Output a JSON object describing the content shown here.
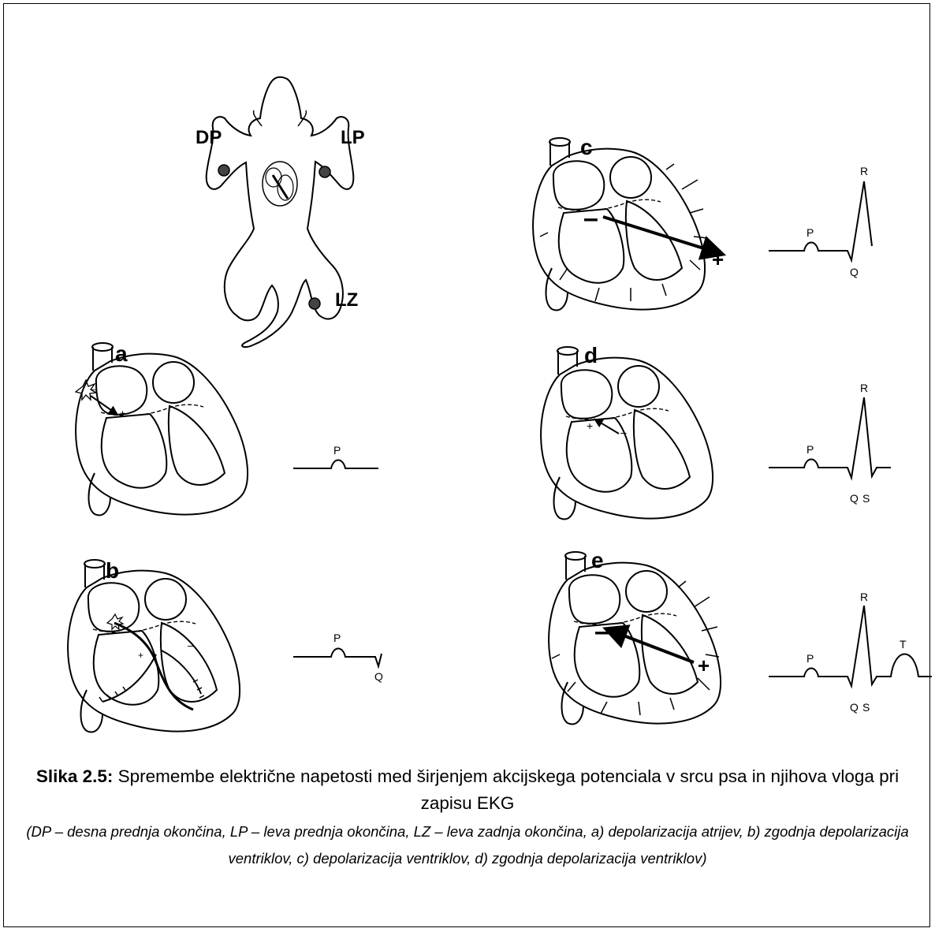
{
  "labels": {
    "dp": "DP",
    "lp": "LP",
    "lz": "LZ",
    "a": "a",
    "b": "b",
    "c": "c",
    "d": "d",
    "e": "e"
  },
  "waves": {
    "p": "P",
    "q": "Q",
    "r": "R",
    "s": "S",
    "t": "T"
  },
  "signs": {
    "plus": "+",
    "minus": "–"
  },
  "caption": {
    "title_bold": "Slika 2.5:",
    "title_text": " Spremembe električne napetosti med širjenjem akcijskega potenciala v srcu psa in njihova vloga pri zapisu EKG",
    "note": "(DP – desna prednja okončina, LP – leva prednja okončina, LZ – leva zadnja okončina, a) depolarizacija atrijev, b) zgodnja depolarizacija ventriklov, c) depolarizacija ventriklov, d) zgodnja depolarizacija ventriklov)"
  }
}
